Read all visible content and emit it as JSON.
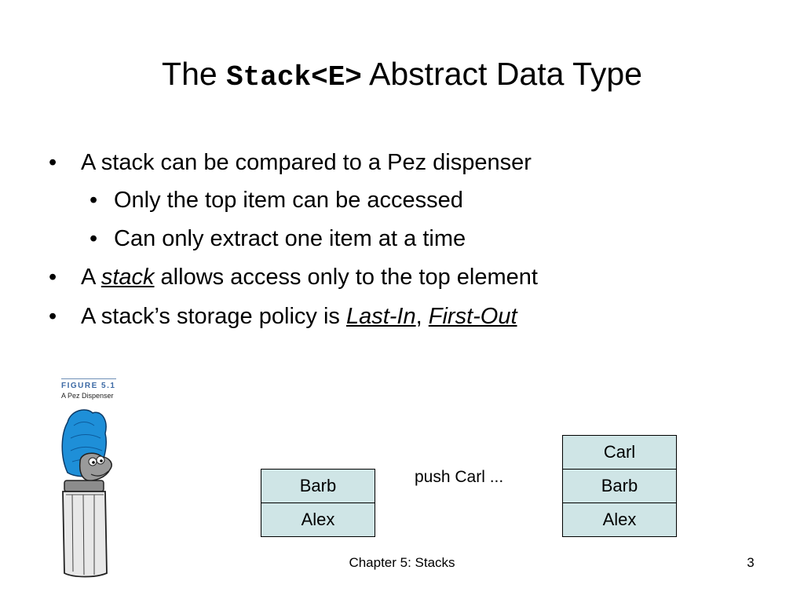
{
  "title": {
    "prefix": "The ",
    "code": "Stack<E>",
    "suffix": " Abstract Data Type"
  },
  "bullets": [
    {
      "level": 1,
      "dot": "•",
      "text": "A stack can be compared to a Pez dispenser"
    },
    {
      "level": 2,
      "dot": "•",
      "text": "Only the top item can be accessed"
    },
    {
      "level": 2,
      "dot": "•",
      "text": "Can only extract one item at a time"
    },
    {
      "level": 1,
      "dot": "•",
      "pre": "A ",
      "em": "stack",
      "post": " allows access only to the top element"
    },
    {
      "level": 1,
      "dot": "•",
      "pre": "A stack’s storage policy is ",
      "em1": "Last-In",
      "sep": ", ",
      "em2": "First-Out"
    }
  ],
  "figure": {
    "label": "FIGURE 5.1",
    "caption": "A Pez Dispenser"
  },
  "stack_before": [
    "Barb",
    "Alex"
  ],
  "operation": "push Carl ...",
  "stack_after": [
    "Carl",
    "Barb",
    "Alex"
  ],
  "footer": {
    "center": "Chapter 5: Stacks",
    "page": "3"
  },
  "colors": {
    "cell_fill": "#cfe5e6",
    "hair": "#1e8fd8",
    "figure_label": "#3d6aa5"
  }
}
